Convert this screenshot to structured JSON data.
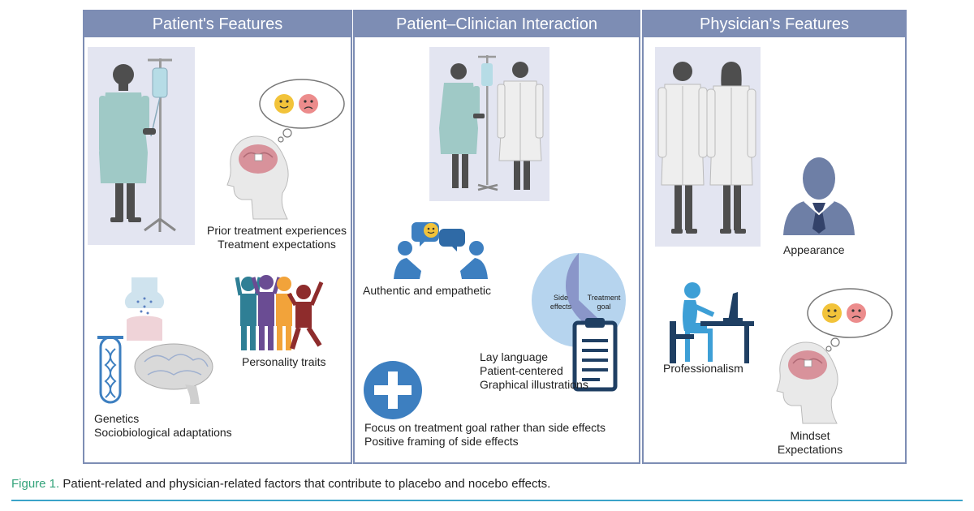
{
  "panels": {
    "patient": {
      "title": "Patient's Features",
      "labels": {
        "prior": "Prior treatment experiences",
        "expectations": "Treatment expectations",
        "personality": "Personality traits",
        "genetics": "Genetics",
        "socio": "Sociobiological adaptations"
      }
    },
    "interaction": {
      "title": "Patient–Clinician Interaction",
      "labels": {
        "authentic": "Authentic and empathetic",
        "side_effects_1": "Side",
        "side_effects_2": "effects",
        "treatment_goal_1": "Treatment",
        "treatment_goal_2": "goal",
        "lay": "Lay language",
        "centered": "Patient-centered",
        "graphical": "Graphical illustrations",
        "focus": "Focus on treatment goal rather than side effects",
        "positive": "Positive framing of side effects"
      }
    },
    "physician": {
      "title": "Physician's Features",
      "labels": {
        "appearance": "Appearance",
        "professionalism": "Professionalism",
        "mindset": "Mindset",
        "expectations": "Expectations"
      }
    }
  },
  "caption": {
    "figure_label": "Figure 1.",
    "text": " Patient-related and physician-related factors that contribute to placebo and nocebo effects."
  },
  "colors": {
    "panel_border": "#7d8db4",
    "illustration_bg": "#e3e5f1",
    "gown": "#9fc9c6",
    "silhouette": "#555555",
    "coat": "#eeeeee",
    "icon_blue": "#3d7fc0",
    "pie_light": "#b6d4ee",
    "pie_dark": "#8a96c9",
    "caption_label": "#33a37a",
    "rule": "#3aa3c9"
  }
}
